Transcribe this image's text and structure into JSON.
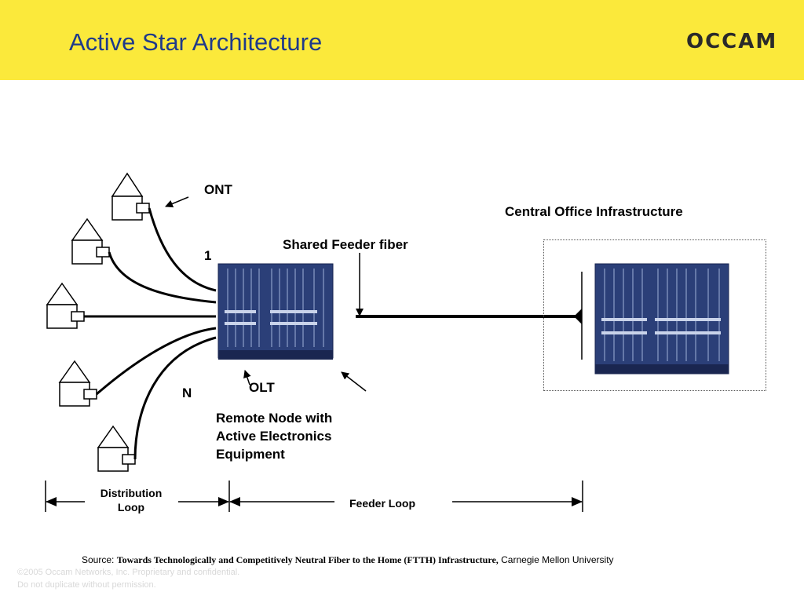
{
  "header": {
    "title": "Active Star Architecture",
    "logo": "OCCAM",
    "background": "#fbe93b",
    "title_color": "#1f3a8a"
  },
  "diagram": {
    "ont_label": "ONT",
    "central_office_label": "Central Office Infrastructure",
    "feeder_fiber_label": "Shared Feeder fiber",
    "house_first_label": "1",
    "house_last_label": "N",
    "olt_label": "OLT",
    "remote_node_lines": [
      "Remote Node with",
      "Active Electronics",
      "Equipment"
    ],
    "distribution_loop_lines": [
      "Distribution",
      "Loop"
    ],
    "feeder_loop_label": "Feeder Loop",
    "rack_color": "#2b3f78"
  },
  "footer": {
    "source_prefix": "Source: ",
    "source_title": "Towards Technologically and Competitively Neutral Fiber to the Home (FTTH) Infrastructure,",
    "source_suffix": " Carnegie Mellon University",
    "copyright": "©2005 Occam Networks, Inc. Proprietary and confidential.",
    "notice": "Do not duplicate without permission."
  }
}
